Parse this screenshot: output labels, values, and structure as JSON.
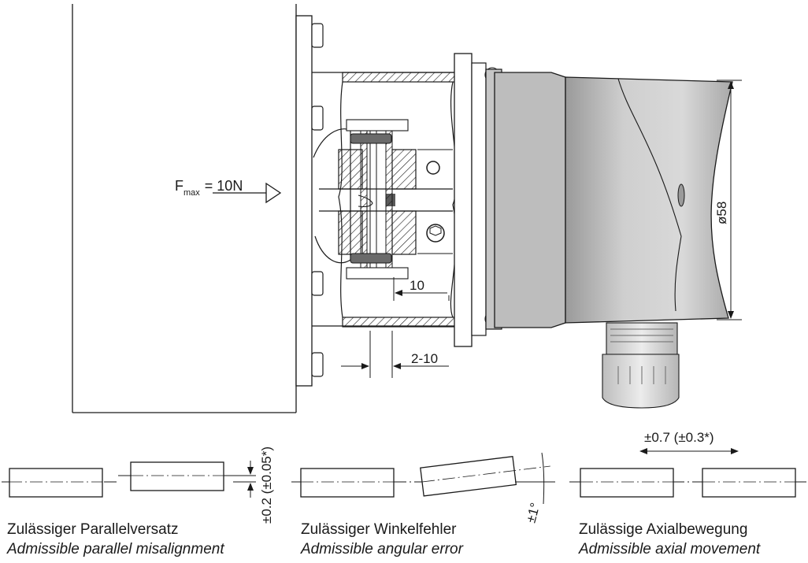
{
  "drawing": {
    "force": {
      "symbol": "F",
      "subscript": "max",
      "value": "= 10N"
    },
    "dim_10": "10",
    "dim_2_10": "2-10",
    "dim_dia": "ø58",
    "dim_parallel": "±0.2 (±0.05*)",
    "dim_angular": "±1°",
    "dim_axial": "±0.7 (±0.3*)"
  },
  "captions": {
    "parallel_de": "Zulässiger Parallelversatz",
    "parallel_en": "Admissible parallel misalignment",
    "angular_de": "Zulässiger Winkelfehler",
    "angular_en": "Admissible angular error",
    "axial_de": "Zulässige Axialbewegung",
    "axial_en": "Admissible axial movement"
  },
  "colors": {
    "line": "#1a1a1a",
    "housing": "#b8b8b8",
    "housing_dark": "#8f8f8f",
    "gland": "#d6d6d6"
  }
}
